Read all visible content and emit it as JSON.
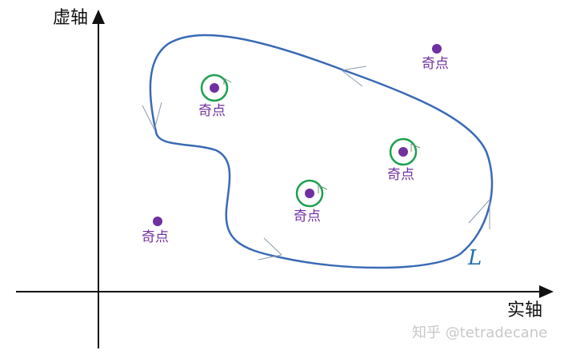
{
  "diagram": {
    "axes": {
      "y_label": "虚轴",
      "x_label": "实轴"
    },
    "contour": {
      "label": "L",
      "color": "#3a6ab5"
    },
    "singular_points": [
      {
        "label": "奇点",
        "encircled": true
      },
      {
        "label": "奇点",
        "encircled": false
      },
      {
        "label": "奇点",
        "encircled": true
      },
      {
        "label": "奇点",
        "encircled": true
      },
      {
        "label": "奇点",
        "encircled": false
      }
    ],
    "colors": {
      "point": "#7030a0",
      "small_circle": "#1fa050",
      "axis": "#111111"
    },
    "watermark": "知乎 @tetradecane"
  }
}
